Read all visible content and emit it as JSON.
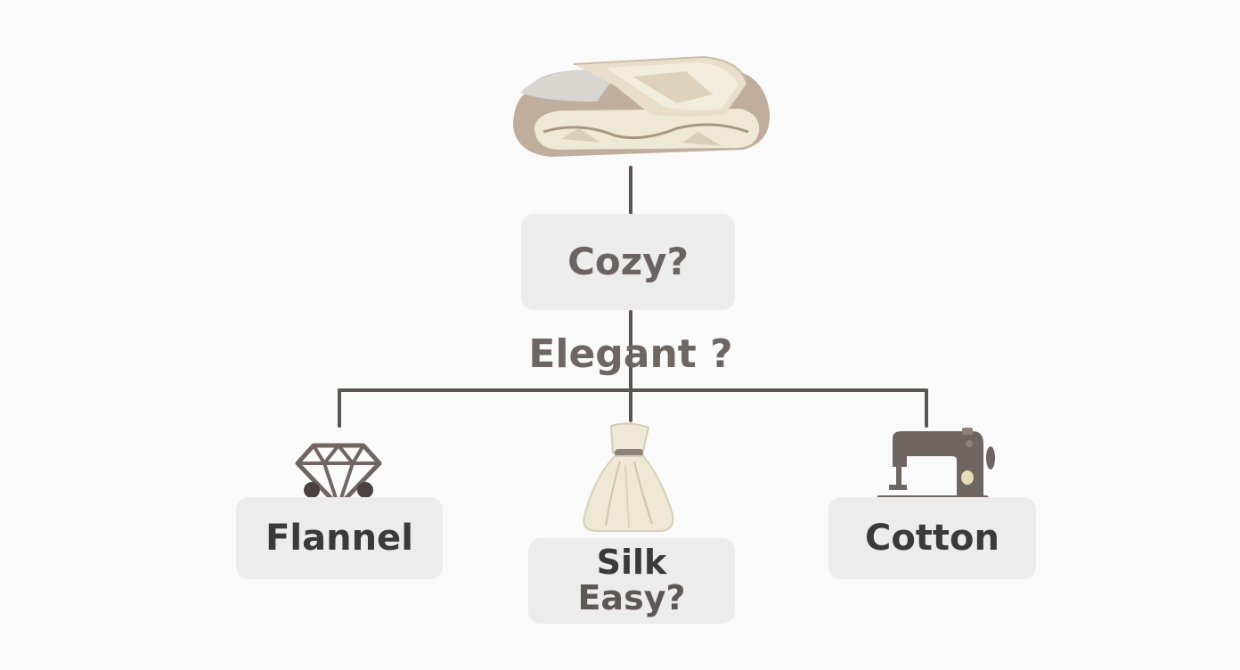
{
  "diagram": {
    "root_question": "Cozy?",
    "branch_question": "Elegant ?",
    "options": {
      "flannel": "Flannel",
      "silk": "Silk",
      "silk_sub": "Easy?",
      "cotton": "Cotton"
    }
  },
  "icons": {
    "top": "folded-blanket-icon",
    "flannel": "diamond-icon",
    "silk": "silk-sack-icon",
    "cotton": "sewing-machine-icon"
  },
  "colors": {
    "background": "#fafafa",
    "box": "#ececec",
    "connector": "#5a5453",
    "root_text": "#6b6362",
    "option_text": "#3a3a3a",
    "icon_dark": "#6f6563",
    "blanket_tan": "#bfae9e",
    "cream": "#efe8d6"
  }
}
